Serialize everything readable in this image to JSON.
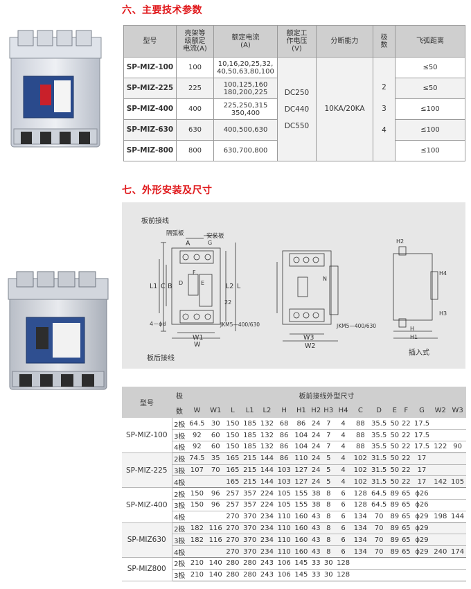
{
  "section6": {
    "title": "六、主要技术参数"
  },
  "section7": {
    "title": "七、外形安装及尺寸"
  },
  "table1": {
    "headers": {
      "model": "型号",
      "frame_current": [
        "壳架等",
        "级额定",
        "电流(A)"
      ],
      "rated_current": [
        "额定电流",
        "(A)"
      ],
      "rated_voltage": [
        "额定工",
        "作电压",
        "(V)"
      ],
      "breaking": "分断能力",
      "poles": [
        "极",
        "数"
      ],
      "arc": "飞弧距离"
    },
    "rows": [
      {
        "model": "SP-MIZ-100",
        "frame": "100",
        "rated": [
          "10,16,20,25,32,",
          "40,50,63,80,100"
        ],
        "arc": "≤50"
      },
      {
        "model": "SP-MIZ-225",
        "frame": "225",
        "rated": [
          "100,125,160",
          "180,200,225"
        ],
        "arc": "≤50"
      },
      {
        "model": "SP-MIZ-400",
        "frame": "400",
        "rated": [
          "225,250,315",
          "350,400"
        ],
        "arc": "≤100"
      },
      {
        "model": "SP-MIZ-630",
        "frame": "630",
        "rated": [
          "400,500,630"
        ],
        "arc": "≤100"
      },
      {
        "model": "SP-MIZ-800",
        "frame": "800",
        "rated": [
          "630,700,800"
        ],
        "arc": "≤100"
      }
    ],
    "voltage": [
      "DC250",
      "DC440",
      "DC550"
    ],
    "breaking": "10KA/20KA",
    "poles": [
      "2",
      "3",
      "4"
    ]
  },
  "drawing": {
    "front_wiring": "板前接线",
    "rear_wiring": "板后接线",
    "plug_in": "插入式",
    "arc_board": "隔弧板",
    "mount_board": "安装板",
    "model_label_1": "JKM5—400/630",
    "model_label_2": "JKM5—400/630",
    "hole_label": "4－ϕd",
    "dim_22": "22",
    "dims": [
      "A",
      "F",
      "G",
      "E",
      "D",
      "L1",
      "C",
      "B",
      "L",
      "L2",
      "W1",
      "W",
      "W3",
      "W2",
      "N",
      "H2",
      "H4",
      "H3",
      "H",
      "H1"
    ]
  },
  "table2": {
    "headers": {
      "model": "型号",
      "poles": [
        "极",
        "数"
      ],
      "group": "板前接线外型尺寸",
      "cols": [
        "W",
        "W1",
        "L",
        "L1",
        "L2",
        "H",
        "H1",
        "H2",
        "H3",
        "H4",
        "C",
        "D",
        "E",
        "F",
        "G",
        "W2",
        "W3"
      ]
    },
    "groups": [
      {
        "model": "SP-MIZ-100",
        "rows": [
          {
            "pole": "2极",
            "v": [
              "64.5",
              "30",
              "150",
              "185",
              "132",
              "68",
              "86",
              "24",
              "7",
              "4",
              "88",
              "35.5",
              "50",
              "22",
              "17.5",
              "",
              ""
            ]
          },
          {
            "pole": "3极",
            "v": [
              "92",
              "60",
              "150",
              "185",
              "132",
              "86",
              "104",
              "24",
              "7",
              "4",
              "88",
              "35.5",
              "50",
              "22",
              "17.5",
              "",
              ""
            ]
          },
          {
            "pole": "4极",
            "v": [
              "92",
              "60",
              "150",
              "185",
              "132",
              "86",
              "104",
              "24",
              "7",
              "4",
              "88",
              "35.5",
              "50",
              "22",
              "17.5",
              "122",
              "90"
            ]
          }
        ]
      },
      {
        "model": "SP-MIZ-225",
        "rows": [
          {
            "pole": "2极",
            "v": [
              "74.5",
              "35",
              "165",
              "215",
              "144",
              "86",
              "110",
              "24",
              "5",
              "4",
              "102",
              "31.5",
              "50",
              "22",
              "17",
              "",
              ""
            ]
          },
          {
            "pole": "3极",
            "v": [
              "107",
              "70",
              "165",
              "215",
              "144",
              "103",
              "127",
              "24",
              "5",
              "4",
              "102",
              "31.5",
              "50",
              "22",
              "17",
              "",
              ""
            ]
          },
          {
            "pole": "4极",
            "v": [
              "",
              "",
              "165",
              "215",
              "144",
              "103",
              "127",
              "24",
              "5",
              "4",
              "102",
              "31.5",
              "50",
              "22",
              "17",
              "142",
              "105"
            ]
          }
        ]
      },
      {
        "model": "SP-MIZ-400",
        "rows": [
          {
            "pole": "2极",
            "v": [
              "150",
              "96",
              "257",
              "357",
              "224",
              "105",
              "155",
              "38",
              "8",
              "6",
              "128",
              "64.5",
              "89",
              "65",
              "ϕ26",
              "",
              ""
            ]
          },
          {
            "pole": "3极",
            "v": [
              "150",
              "96",
              "257",
              "357",
              "224",
              "105",
              "155",
              "38",
              "8",
              "6",
              "128",
              "64.5",
              "89",
              "65",
              "ϕ26",
              "",
              ""
            ]
          },
          {
            "pole": "4极",
            "v": [
              "",
              "",
              "270",
              "370",
              "234",
              "110",
              "160",
              "43",
              "8",
              "6",
              "134",
              "70",
              "89",
              "65",
              "ϕ29",
              "198",
              "144"
            ]
          }
        ]
      },
      {
        "model": "SP-MIZ630",
        "rows": [
          {
            "pole": "2极",
            "v": [
              "182",
              "116",
              "270",
              "370",
              "234",
              "110",
              "160",
              "43",
              "8",
              "6",
              "134",
              "70",
              "89",
              "65",
              "ϕ29",
              "",
              ""
            ]
          },
          {
            "pole": "3极",
            "v": [
              "182",
              "116",
              "270",
              "370",
              "234",
              "110",
              "160",
              "43",
              "8",
              "6",
              "134",
              "70",
              "89",
              "65",
              "ϕ29",
              "",
              ""
            ]
          },
          {
            "pole": "4极",
            "v": [
              "",
              "",
              "270",
              "370",
              "234",
              "110",
              "160",
              "43",
              "8",
              "6",
              "134",
              "70",
              "89",
              "65",
              "ϕ29",
              "240",
              "174"
            ]
          }
        ]
      },
      {
        "model": "SP-MIZ800",
        "rows": [
          {
            "pole": "2极",
            "v": [
              "210",
              "140",
              "280",
              "280",
              "243",
              "106",
              "145",
              "33",
              "30",
              "128",
              "",
              "",
              "",
              "",
              "",
              "",
              ""
            ]
          },
          {
            "pole": "3极",
            "v": [
              "210",
              "140",
              "280",
              "280",
              "243",
              "106",
              "145",
              "33",
              "30",
              "128",
              "",
              "",
              "",
              "",
              "",
              "",
              ""
            ]
          }
        ]
      }
    ]
  }
}
